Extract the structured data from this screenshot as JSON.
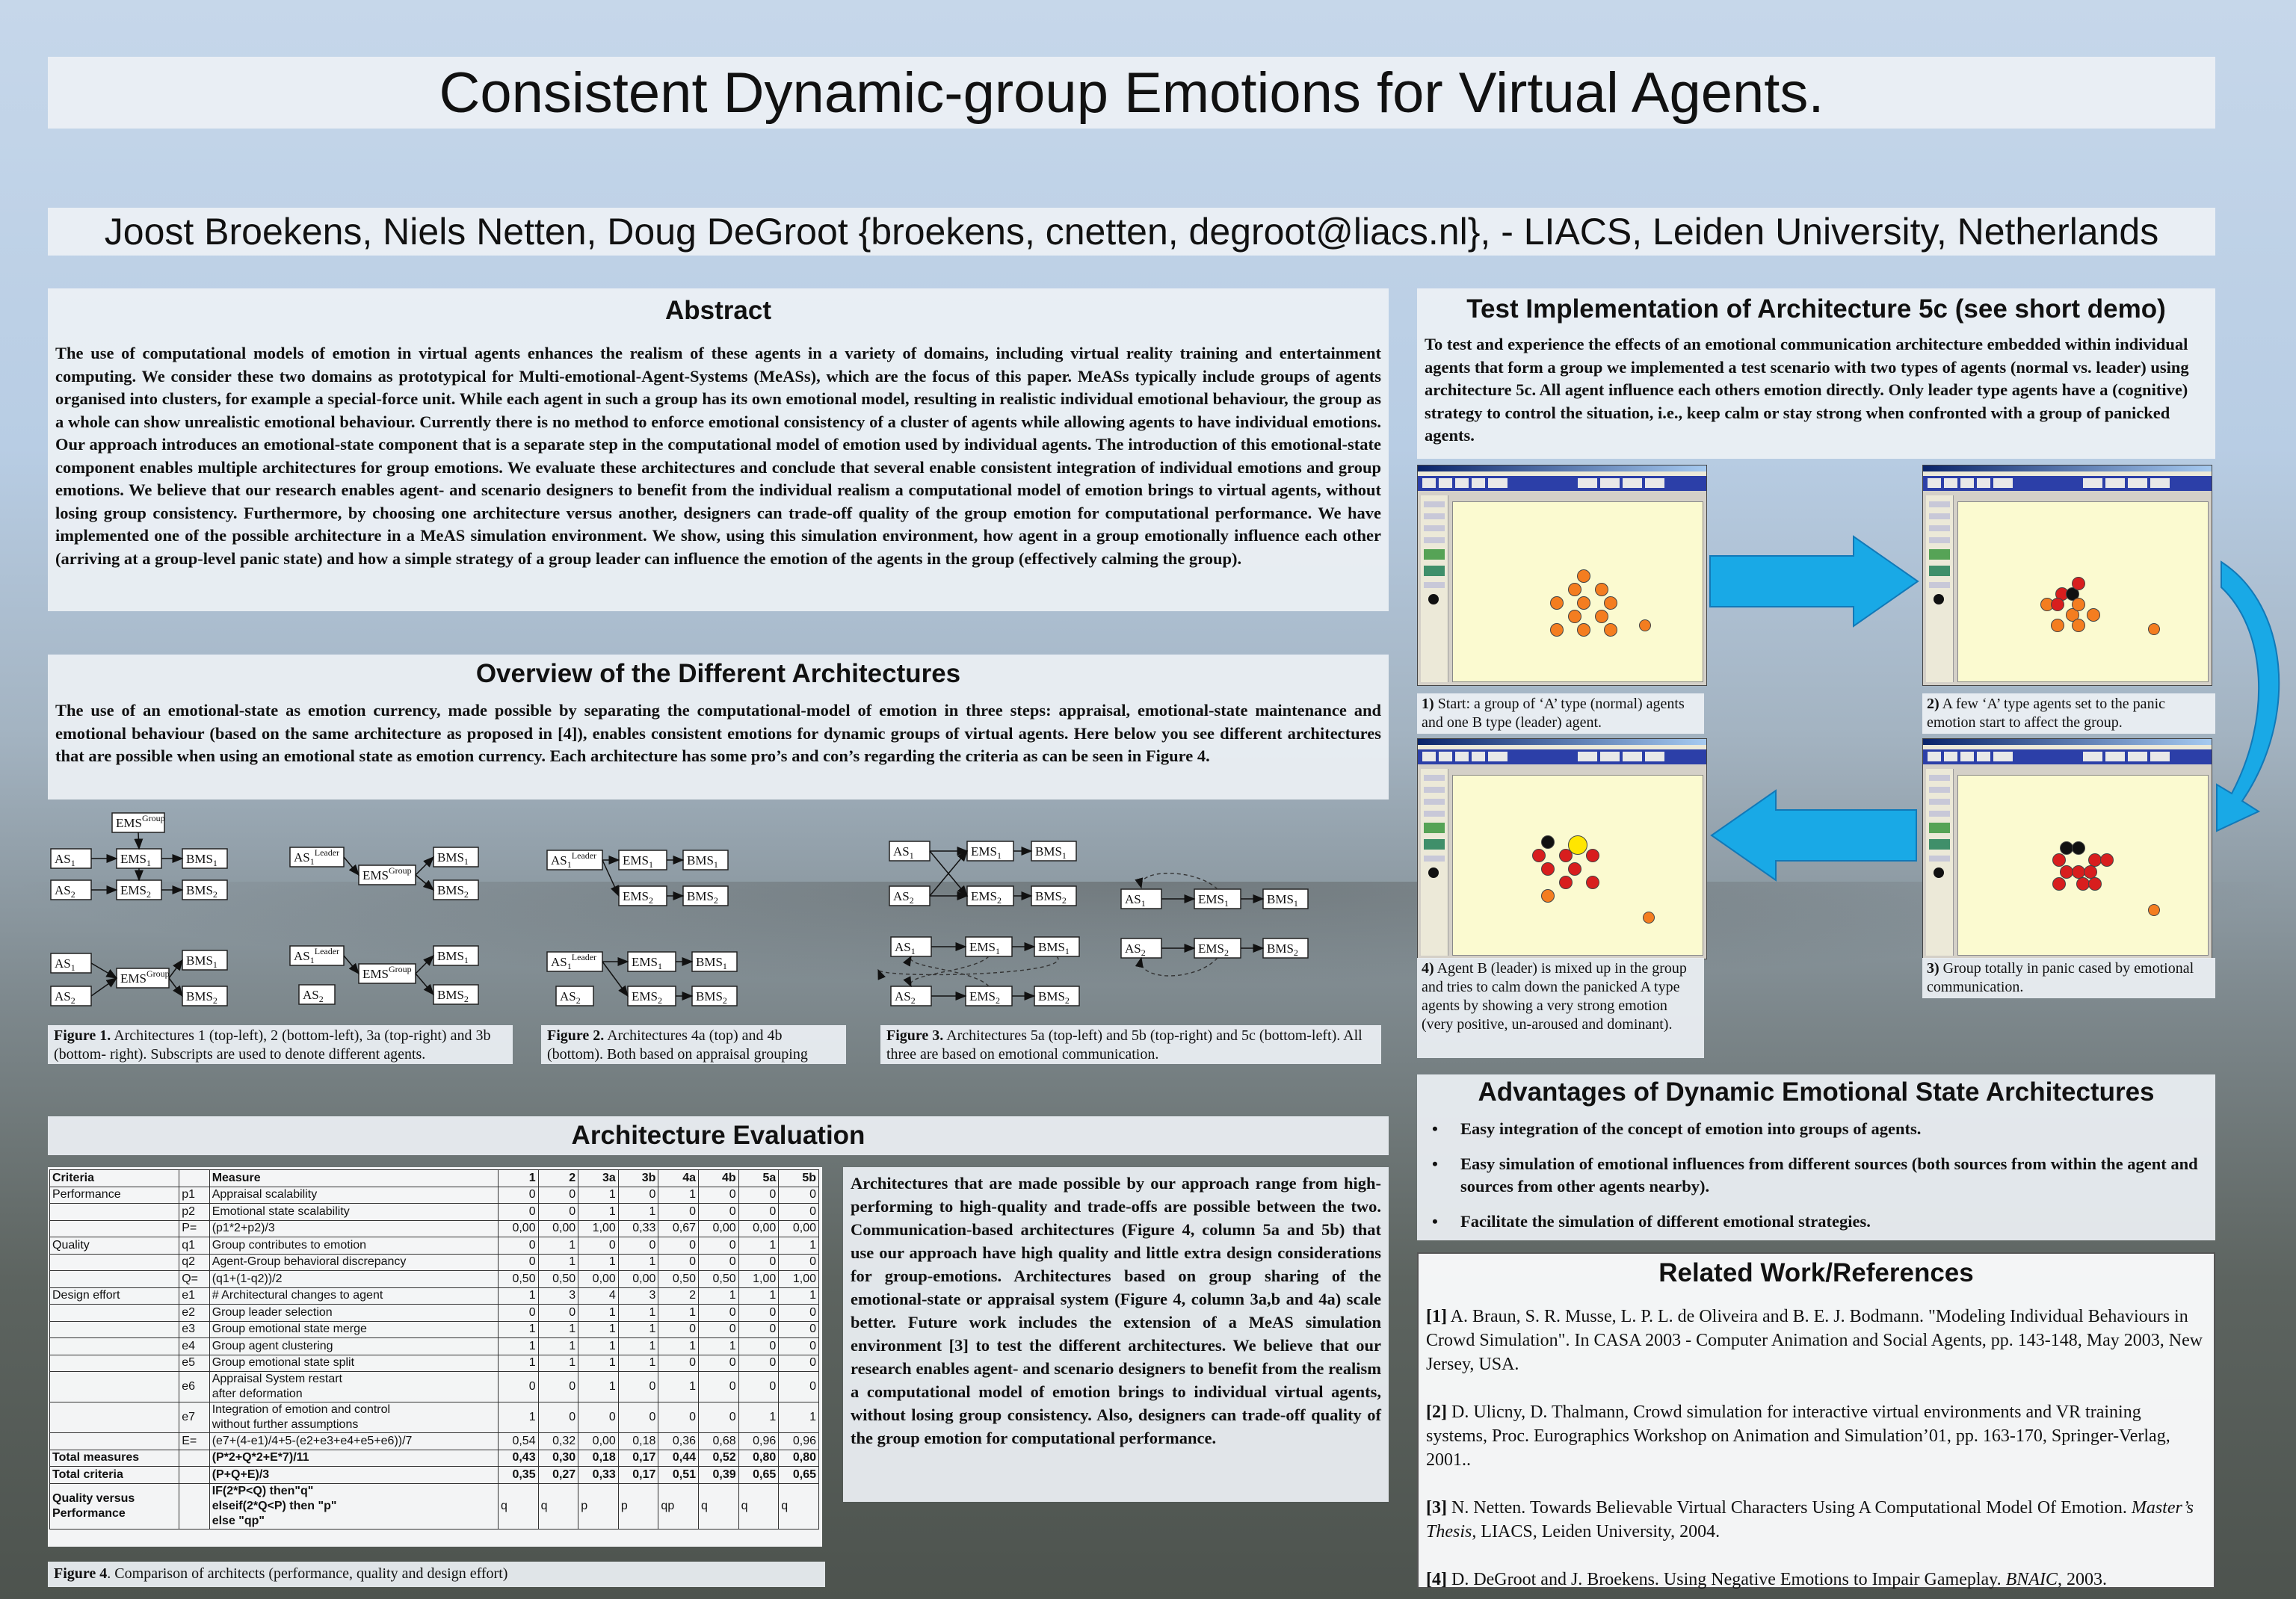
{
  "title": "Consistent Dynamic-group Emotions for Virtual Agents.",
  "authors": "Joost Broekens, Niels Netten, Doug DeGroot {broekens, cnetten, degroot@liacs.nl},  - LIACS, Leiden University, Netherlands",
  "abstract": {
    "heading": "Abstract",
    "text": "The use of computational models of emotion in virtual agents enhances the realism of these agents in a variety of domains, including virtual reality training and entertainment computing. We consider these two domains as prototypical for Multi-emotional-Agent-Systems (MeASs), which are the focus of this paper. MeASs typically include groups of agents organised into clusters, for example a special-force unit. While each agent in such a group has its own emotional model, resulting in realistic individual emotional behaviour, the group as a whole can show unrealistic emotional behaviour. Currently there is no method to enforce emotional consistency of a cluster of agents while allowing agents to have individual emotions. Our approach introduces an emotional-state component that is a separate step in the computational model of emotion used by individual agents. The introduction of this emotional-state component enables multiple architectures for group emotions. We evaluate these architectures and conclude that several enable consistent integration of individual emotions and group emotions. We believe that our research enables agent- and scenario designers to benefit from the individual  realism a computational model of emotion brings to virtual agents, without losing group consistency. Furthermore, by choosing one architecture versus another, designers can trade-off quality of the group emotion for computational performance. We have implemented one of the possible architecture in a MeAS simulation environment. We show, using this simulation environment, how agent in a group emotionally influence each other (arriving at a group-level panic state) and how a simple strategy of a group leader can influence the emotion of the agents in the group (effectively calming the group)."
  },
  "overview": {
    "heading": "Overview of the Different Architectures",
    "text": "The use of an emotional-state as emotion currency, made possible by separating the computational-model of emotion in three steps: appraisal, emotional-state maintenance and emotional behaviour (based on the same architecture as proposed in  [4]), enables consistent emotions for dynamic groups of virtual agents. Here below you see different architectures that are possible when using an emotional state as emotion currency. Each architecture has some pro’s and con’s regarding the criteria as can be seen in Figure 4.",
    "fig1_label": "Figure 1.",
    "fig1_caption": " Architectures 1 (top-left), 2 (bottom-left), 3a (top-right) and 3b (bottom- right). Subscripts are used to denote different agents.",
    "fig2_label": "Figure 2.",
    "fig2_caption": " Architectures 4a (top) and 4b (bottom). Both based on appraisal grouping",
    "fig3_label": "Figure 3.",
    "fig3_caption": " Architectures 5a (top-left) and 5b (top-right) and 5c (bottom-left). All three are based on emotional communication."
  },
  "diagram_labels": {
    "as": "AS",
    "ems": "EMS",
    "bms": "BMS",
    "group": "Group",
    "leader": "Leader",
    "s1": "1",
    "s2": "2"
  },
  "evaluation": {
    "heading": "Architecture Evaluation",
    "columns": [
      "Criteria",
      "",
      "Measure",
      "1",
      "2",
      "3a",
      "3b",
      "4a",
      "4b",
      "5a",
      "5b"
    ],
    "rows": [
      [
        "Performance",
        "p1",
        "Appraisal scalability",
        "0",
        "0",
        "1",
        "0",
        "1",
        "0",
        "0",
        "0"
      ],
      [
        "",
        "p2",
        "Emotional state scalability",
        "0",
        "0",
        "1",
        "1",
        "0",
        "0",
        "0",
        "0"
      ],
      [
        "",
        "P=",
        "(p1*2+p2)/3",
        "0,00",
        "0,00",
        "1,00",
        "0,33",
        "0,67",
        "0,00",
        "0,00",
        "0,00"
      ],
      [
        "Quality",
        "q1",
        "Group contributes to emotion",
        "0",
        "1",
        "0",
        "0",
        "0",
        "0",
        "1",
        "1"
      ],
      [
        "",
        "q2",
        "Agent-Group behavioral discrepancy",
        "0",
        "1",
        "1",
        "1",
        "0",
        "0",
        "0",
        "0"
      ],
      [
        "",
        "Q=",
        "(q1+(1-q2))/2",
        "0,50",
        "0,50",
        "0,00",
        "0,00",
        "0,50",
        "0,50",
        "1,00",
        "1,00"
      ],
      [
        "Design effort",
        "e1",
        "# Architectural changes to agent",
        "1",
        "3",
        "4",
        "3",
        "2",
        "1",
        "1",
        "1"
      ],
      [
        "",
        "e2",
        "Group leader selection",
        "0",
        "0",
        "1",
        "1",
        "1",
        "0",
        "0",
        "0"
      ],
      [
        "",
        "e3",
        "Group emotional state merge",
        "1",
        "1",
        "1",
        "1",
        "0",
        "0",
        "0",
        "0"
      ],
      [
        "",
        "e4",
        "Group agent clustering",
        "1",
        "1",
        "1",
        "1",
        "1",
        "1",
        "0",
        "0"
      ],
      [
        "",
        "e5",
        "Group emotional state split",
        "1",
        "1",
        "1",
        "1",
        "0",
        "0",
        "0",
        "0"
      ],
      [
        "",
        "e6",
        "Appraisal System restart\nafter deformation",
        "0",
        "0",
        "1",
        "0",
        "1",
        "0",
        "0",
        "0"
      ],
      [
        "",
        "e7",
        "Integration of emotion and control\nwithout further assumptions",
        "1",
        "0",
        "0",
        "0",
        "0",
        "0",
        "1",
        "1"
      ],
      [
        "",
        "E=",
        "(e7+(4-e1)/4+5-(e2+e3+e4+e5+e6))/7",
        "0,54",
        "0,32",
        "0,00",
        "0,18",
        "0,36",
        "0,68",
        "0,96",
        "0,96"
      ],
      [
        "Total measures",
        "",
        "(P*2+Q*2+E*7)/11",
        "0,43",
        "0,30",
        "0,18",
        "0,17",
        "0,44",
        "0,52",
        "0,80",
        "0,80"
      ],
      [
        "Total criteria",
        "",
        "(P+Q+E)/3",
        "0,35",
        "0,27",
        "0,33",
        "0,17",
        "0,51",
        "0,39",
        "0,65",
        "0,65"
      ],
      [
        "Quality versus\nPerformance",
        "",
        "IF(2*P<Q) then\"q\"\nelseif(2*Q<P) then \"p\"\nelse \"qp\"",
        "q",
        "q",
        "p",
        "p",
        "qp",
        "q",
        "q",
        "q"
      ]
    ],
    "fig4_label": "Figure 4",
    "fig4_caption": ". Comparison of architects (performance, quality and design effort)",
    "text": "Architectures that are made possible by our approach range from high-performing to high-quality and trade-offs are possible between the two. Communication-based architectures (Figure 4, column 5a and 5b) that use our approach have high quality and little extra design considerations for group-emotions. Architectures based on group sharing of the emotional-state or appraisal system (Figure  4, column 3a,b and 4a) scale better. Future work includes the extension of a MeAS simulation environment [3] to test the different architectures. We believe that our research enables agent- and scenario designers to benefit from the realism a computational model of emotion brings to individual virtual agents, without losing group consistency. Also, designers can trade-off quality of the group emotion for computational performance."
  },
  "test": {
    "heading": "Test Implementation of Architecture 5c (see short demo)",
    "text": "To test and experience the effects of an emotional communication architecture embedded within individual agents that form a group we implemented a test scenario with two types of agents (normal vs. leader) using architecture 5c. All agent influence each others emotion directly. Only leader type agents have a (cognitive) strategy to control the situation, i.e., keep calm or stay strong  when confronted with  a group of panicked agents.",
    "captions": [
      {
        "num": "1)",
        "text": " Start: a group of ‘A’ type (normal) agents and one B type (leader) agent."
      },
      {
        "num": "2)",
        "text": " A few ‘A’ type agents set to the panic emotion start to affect the group."
      },
      {
        "num": "3)",
        "text": " Group totally in panic cased by emotional communication."
      },
      {
        "num": "4)",
        "text": " Agent B (leader) is mixed up in the group and tries to calm down the panicked A type agents by showing a very strong emotion (very positive, un-aroused and dominant)."
      }
    ]
  },
  "advantages": {
    "heading": "Advantages of Dynamic Emotional State Architectures",
    "items": [
      "Easy integration of the concept of emotion into groups of agents.",
      "Easy simulation of emotional influences from different sources (both sources from within the agent and sources from other agents nearby).",
      "Facilitate the simulation of different emotional strategies."
    ]
  },
  "references": {
    "heading": "Related Work/References",
    "items": [
      {
        "num": "[1]",
        "text": " A. Braun, S. R. Musse, L. P. L. de Oliveira and B. E. J. Bodmann. \"Modeling Individual Behaviours in Crowd Simulation\". In CASA 2003 - Computer Animation and Social Agents, pp. 143-148, May 2003, New Jersey, USA."
      },
      {
        "num": "[2]",
        "text": " D. Ulicny, D. Thalmann, Crowd simulation for interactive virtual environments and VR training systems, Proc. Eurographics Workshop on Animation and Simulation’01, pp. 163-170, Springer-Verlag, 2001.."
      },
      {
        "num": "[3]",
        "text": " N. Netten. Towards Believable Virtual Characters Using A Computational Model Of Emotion.",
        "italic": "Master’s Thesis",
        "tail": ", LIACS, Leiden University, 2004."
      },
      {
        "num": "[4]",
        "text": " D. DeGroot and J. Broekens. Using Negative Emotions to Impair Gameplay.",
        "italic": "BNAIC",
        "tail": ", 2003."
      }
    ]
  },
  "colors": {
    "arrow": "#19a9e6",
    "arrow_dark": "#1179b8",
    "sim_bg": "#fbfad0",
    "agent_orange": "#f47d20",
    "agent_red": "#d81e1e",
    "leader": "#111111"
  }
}
